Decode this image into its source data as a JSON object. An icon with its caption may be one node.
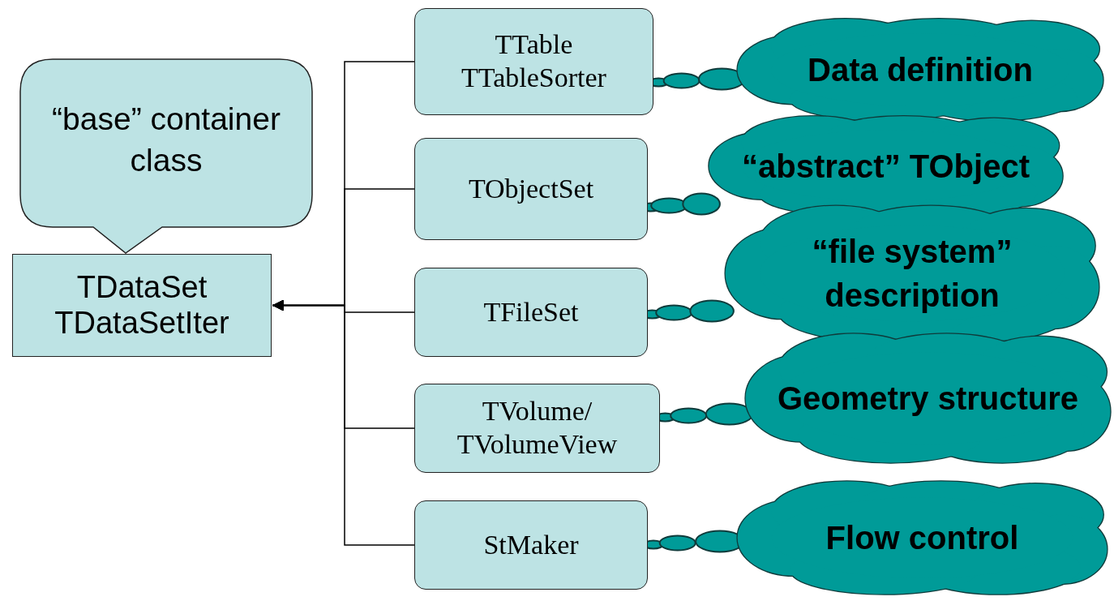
{
  "diagram": {
    "nodes": [
      {
        "text": [
          "“base” container class"
        ]
      },
      {
        "text": [
          "TDataSet TDataSetIter"
        ]
      },
      {
        "text": [
          "TTable TTableSorter"
        ]
      },
      {
        "text": [
          "TObjectSet"
        ]
      },
      {
        "text": [
          "TFileSet"
        ]
      },
      {
        "text": [
          "TVolume/ TVolumeView"
        ]
      },
      {
        "text": [
          "StMaker"
        ]
      },
      {
        "text": [
          "Data definition"
        ]
      },
      {
        "text": [
          "“abstract” TObject"
        ]
      },
      {
        "text": [
          "“file system” description"
        ]
      },
      {
        "text": [
          "Geometry structure"
        ]
      },
      {
        "text": [
          "Flow control"
        ]
      }
    ],
    "edges": [
      {
        "from": 2,
        "to": 1,
        "arrow": "to"
      },
      {
        "from": 3,
        "to": 1,
        "arrow": "to"
      },
      {
        "from": 4,
        "to": 1,
        "arrow": "to"
      },
      {
        "from": 5,
        "to": 1,
        "arrow": "to"
      },
      {
        "from": 6,
        "to": 1,
        "arrow": "to"
      }
    ]
  }
}
